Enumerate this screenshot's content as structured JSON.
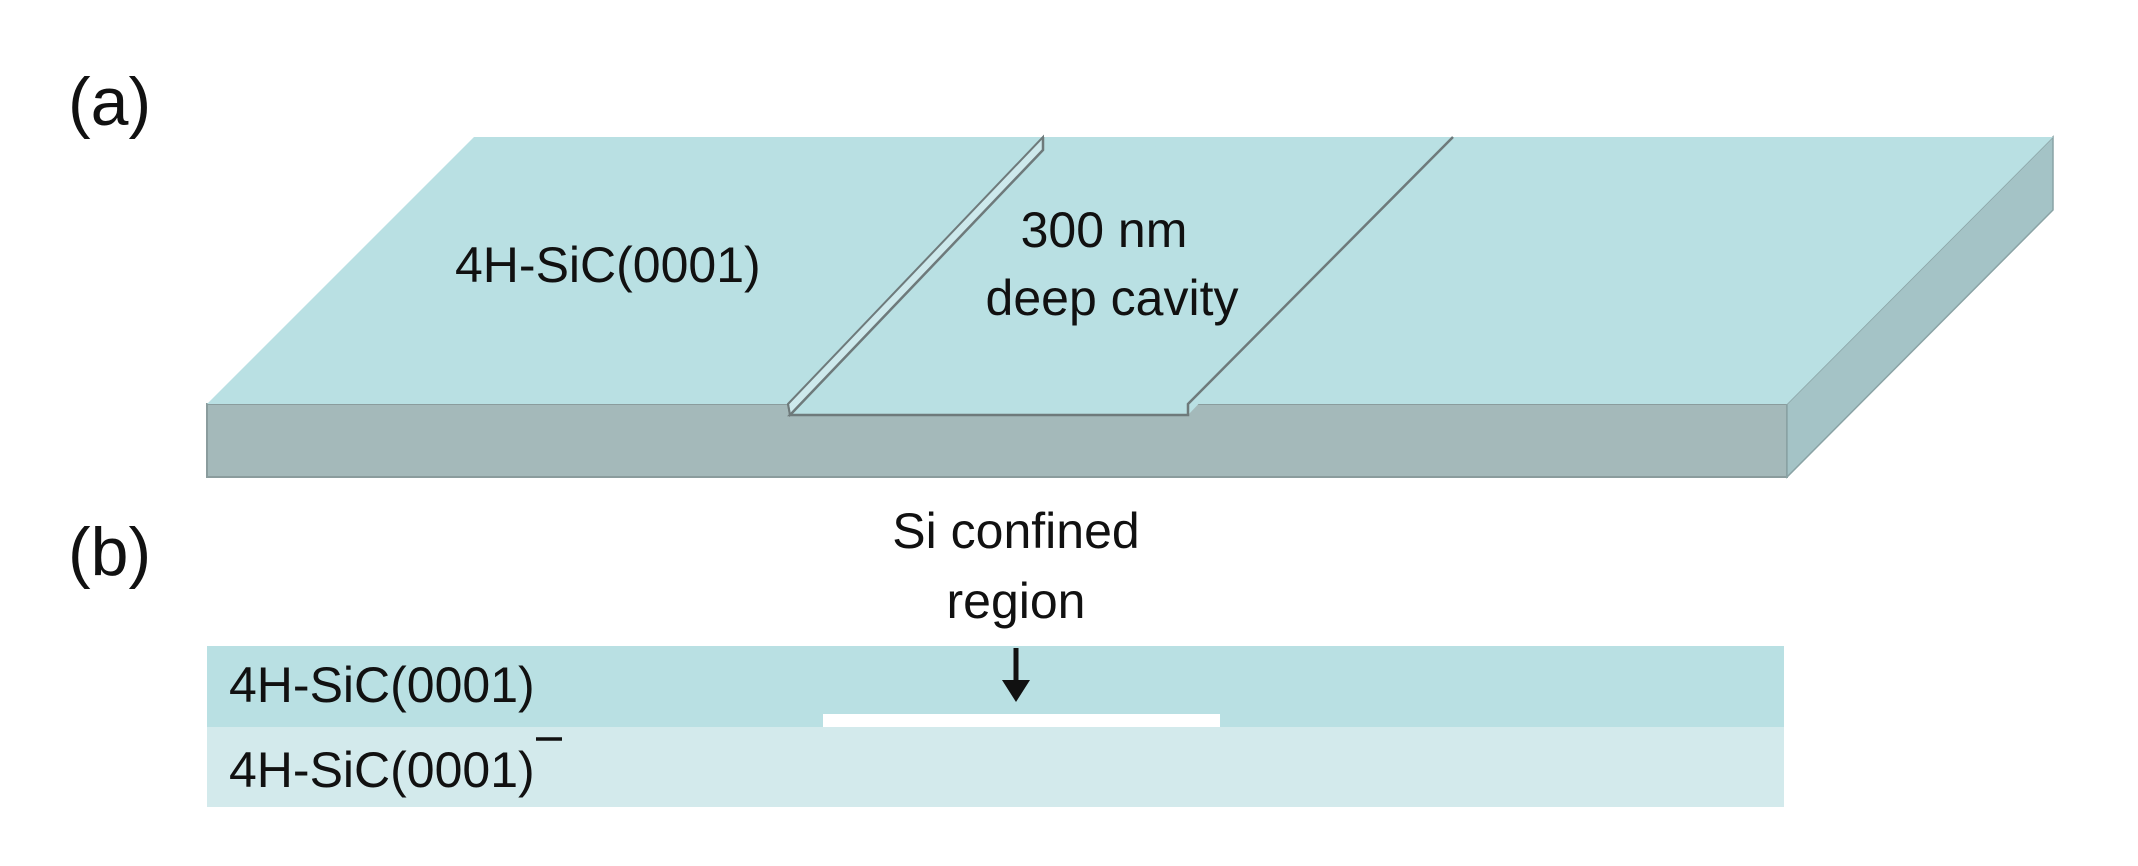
{
  "panel_a": {
    "label": "(a)",
    "substrate_label": "4H-SiC(0001)",
    "cavity_label_line1": "300 nm",
    "cavity_label_line2": "deep cavity"
  },
  "panel_b": {
    "label": "(b)",
    "region_label_line1": "Si confined",
    "region_label_line2": "region",
    "top_layer_label": "4H-SiC(0001)",
    "bottom_layer_label_prefix": "4H-SiC(000",
    "bottom_layer_label_overlined": "1",
    "bottom_layer_label_suffix": ")"
  },
  "colors": {
    "top_surface": "#b9e0e3",
    "front_face": "#a4b9ba",
    "right_face": "#a4c3c6",
    "cavity_edge": "#6e7a7b",
    "layer_top": "#b9e0e3",
    "layer_bottom": "#d3eaec",
    "confined_region": "#ffffff"
  }
}
